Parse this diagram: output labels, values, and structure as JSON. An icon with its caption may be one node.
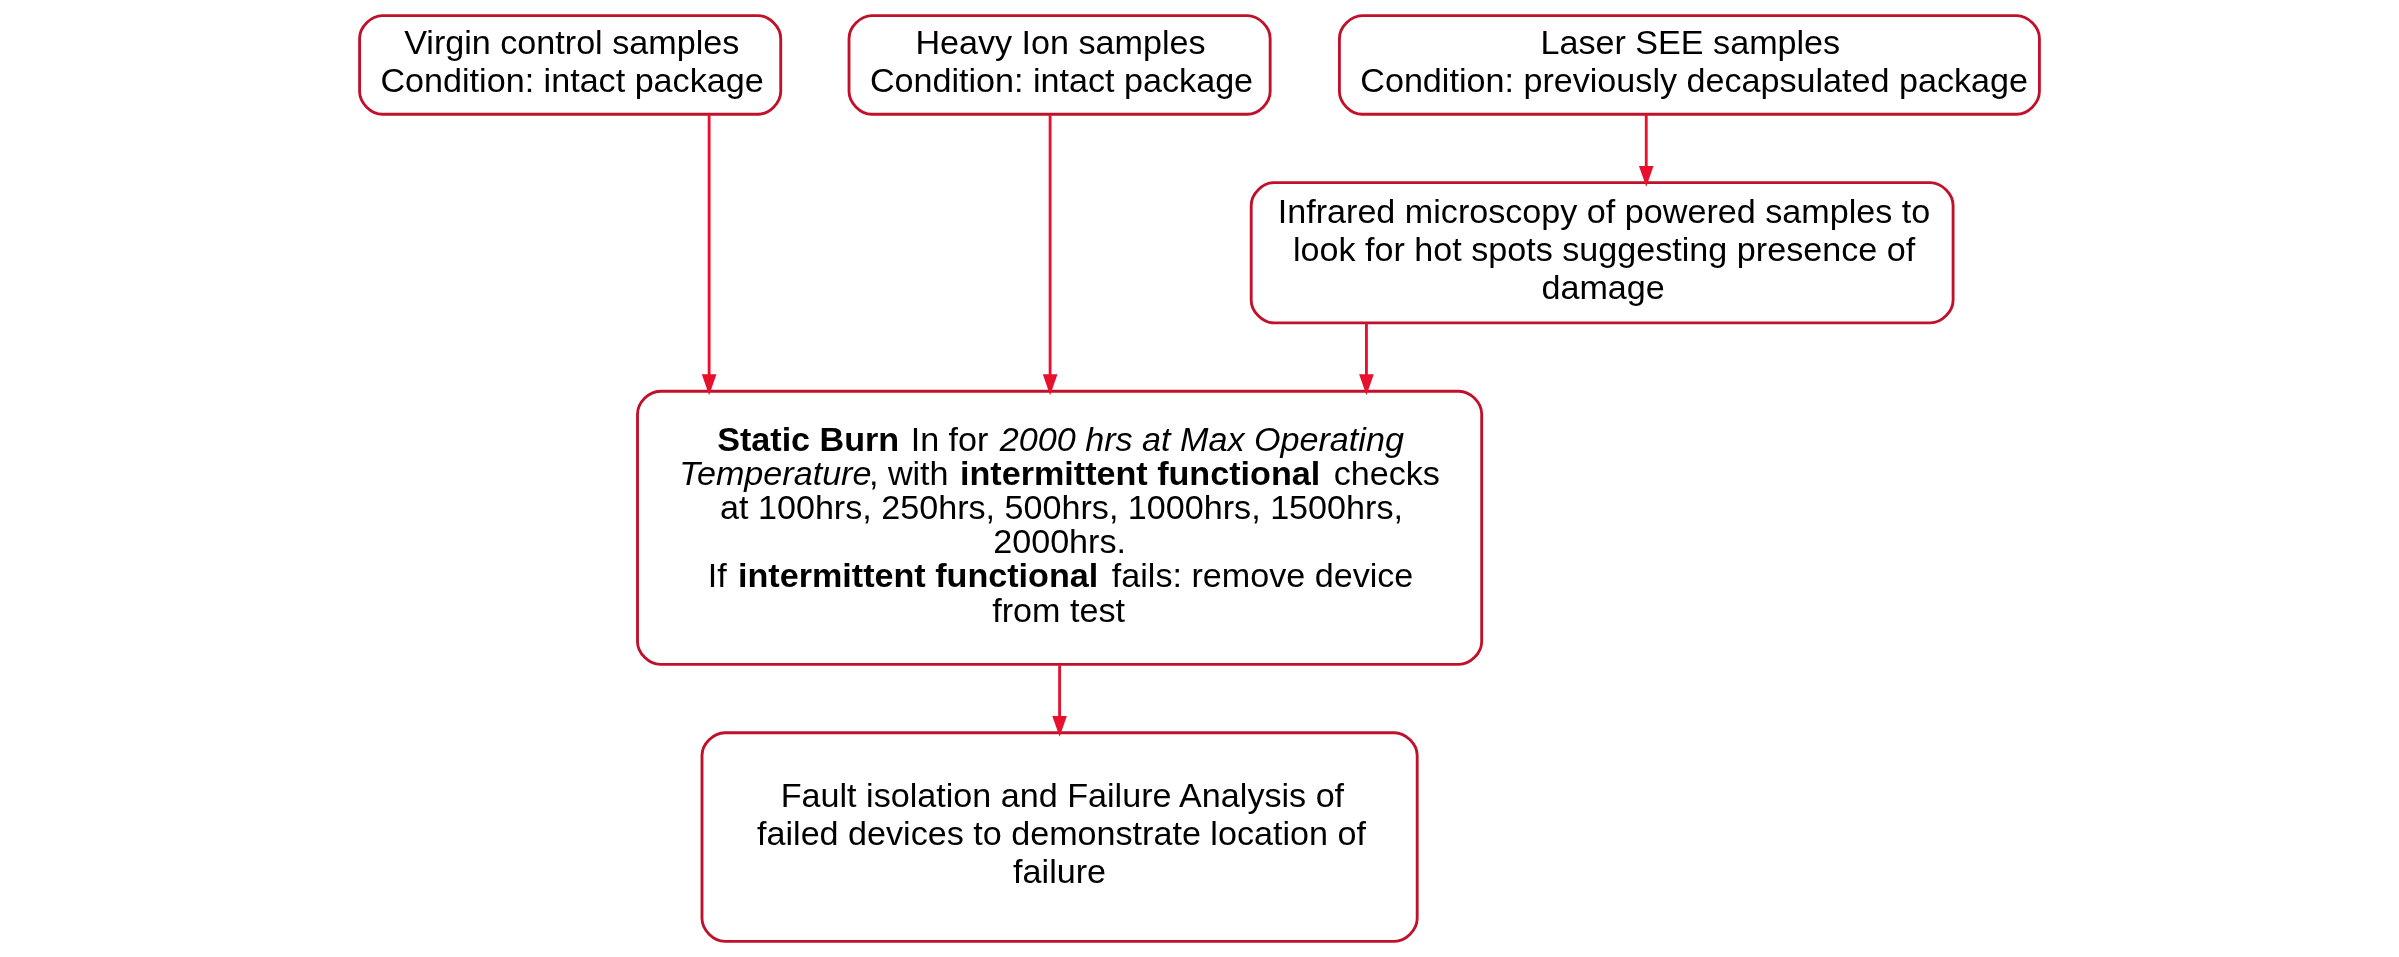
{
  "diagram": {
    "nodes": [
      {
        "text": [
          "Virgin control samples",
          "Condition: intact package"
        ]
      },
      {
        "text": [
          "Heavy Ion samples",
          "Condition: intact package"
        ]
      },
      {
        "text": [
          "Laser SEE samples",
          "Condition: previously decapsulated package"
        ]
      },
      {
        "text": [
          "Infrared microscopy of powered samples to look for hot spots suggesting presence of damage"
        ]
      },
      {
        "text": [
          "**Static Burn** In for *2000 hrs at Max Operating Temperature*, with **intermittent functional** checks at 100hrs, 250hrs, 500hrs, 1000hrs, 1500hrs, 2000hrs.",
          "If **intermittent functional** fails: remove device from test"
        ]
      },
      {
        "text": [
          "Fault isolation and Failure Analysis of failed devices to demonstrate location of failure"
        ]
      }
    ],
    "edges": [
      {
        "from": 0,
        "to": 4,
        "arrow": "to"
      },
      {
        "from": 1,
        "to": 4,
        "arrow": "to"
      },
      {
        "from": 2,
        "to": 3,
        "arrow": "to"
      },
      {
        "from": 3,
        "to": 4,
        "arrow": "to"
      },
      {
        "from": 4,
        "to": 5,
        "arrow": "to"
      }
    ]
  }
}
